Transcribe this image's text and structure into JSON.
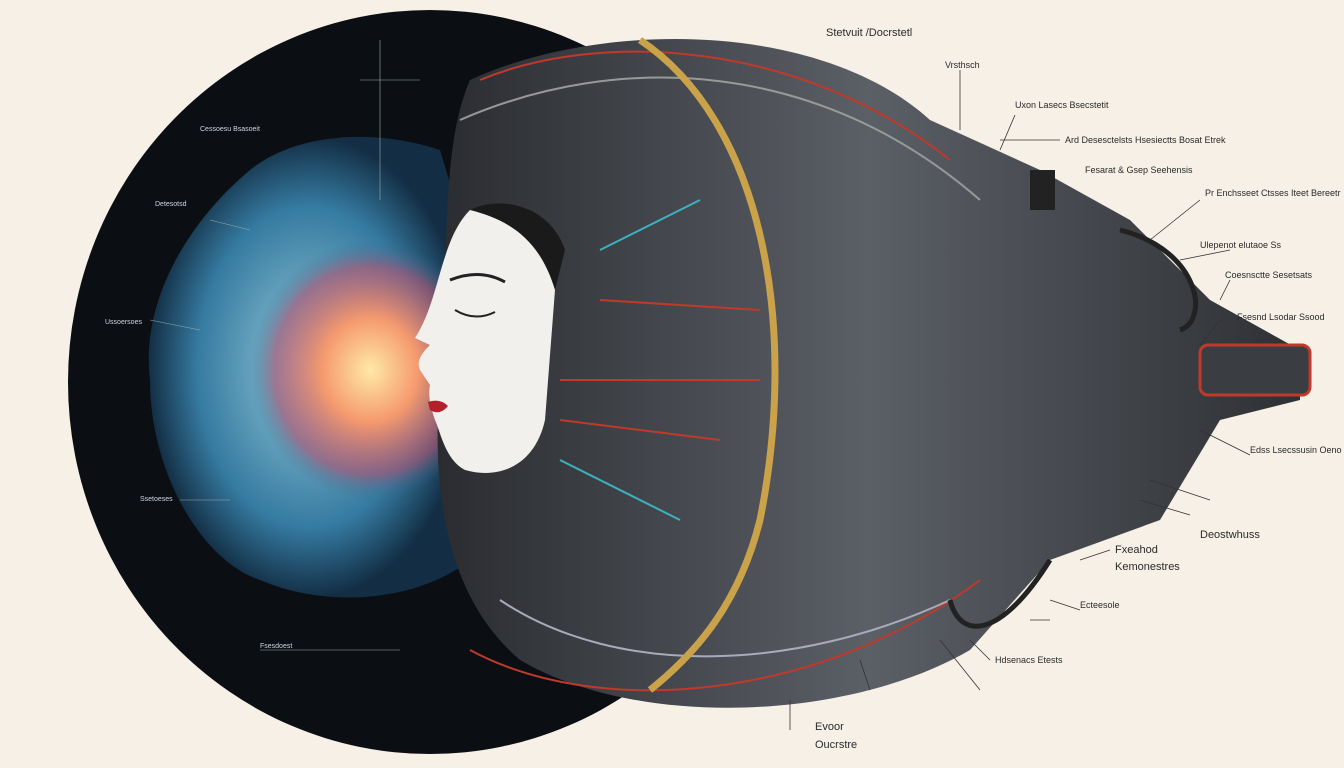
{
  "artwork": {
    "colors": {
      "background": "#f6f0e6",
      "void": "#0b0f14",
      "brain": "#4f9fc4",
      "core": "#f39a6a",
      "mask": "#f2f0ec",
      "metal": "#4a4d52",
      "wire_red": "#c0392b",
      "ring": "#c9a24a"
    },
    "labels": [
      "Stetvuit /Docrstetl",
      "Vrsthsch",
      "Uxon Lasecs  Bsecstetit",
      "Ard Desesctelsts  Hsesiectts Bosat Etrek",
      "Fesarat & Gsep Seehensis",
      "Pr Enchsseet Ctsses Iteet Bereetr",
      "Ulepenot elutaoe Ss",
      "Coesnsctte Sesetsats",
      "Fsesnd Lsodar Ssood",
      "Edss Lsecssusin Oeno Beessoes",
      "Deostwhuss",
      "Fxeahod",
      "Kemonestres",
      "Ecteesole",
      "Hdsenacs Etests",
      "Evoor",
      "Oucrstre"
    ],
    "dark_labels": [
      "Cessoesu Bsasoeit",
      "Detesotsd",
      "Ussoersoes",
      "Ssetoeses",
      "Fsesdoest"
    ]
  }
}
